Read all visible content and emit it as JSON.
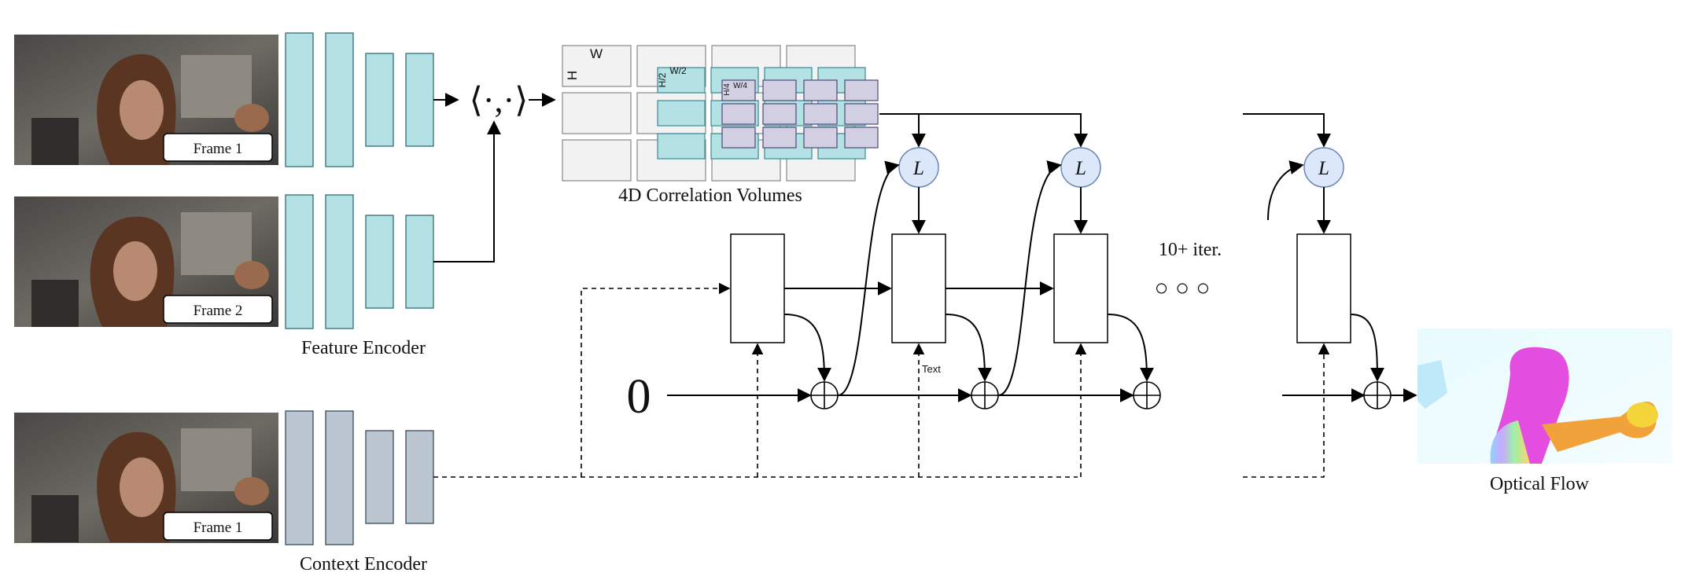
{
  "frames": {
    "frame1_label": "Frame 1",
    "frame2_label": "Frame 2",
    "frame3_label": "Frame 1"
  },
  "encoders": {
    "feature_label": "Feature Encoder",
    "context_label": "Context Encoder"
  },
  "correlation": {
    "operator": "⟨·,·⟩",
    "label": "4D Correlation Volumes",
    "dim_h": "H",
    "dim_w": "W",
    "dim_h2": "H/2",
    "dim_w2": "W/2",
    "dim_h4": "H/4",
    "dim_w4": "W/4"
  },
  "update": {
    "lookup_symbol": "L",
    "initial_value": "0",
    "iterations_label": "10+ iter.",
    "ellipsis": "○ ○ ○",
    "stray_text": "Text"
  },
  "output": {
    "label": "Optical Flow"
  },
  "colors": {
    "feature_encoder": "#b4e1e4",
    "context_encoder": "#bcc6d1",
    "lookup": "#dce8fa",
    "corr_level0": "#f2f2f2",
    "corr_level1": "#b4e1e4",
    "corr_level2": "#d3cfe3"
  }
}
